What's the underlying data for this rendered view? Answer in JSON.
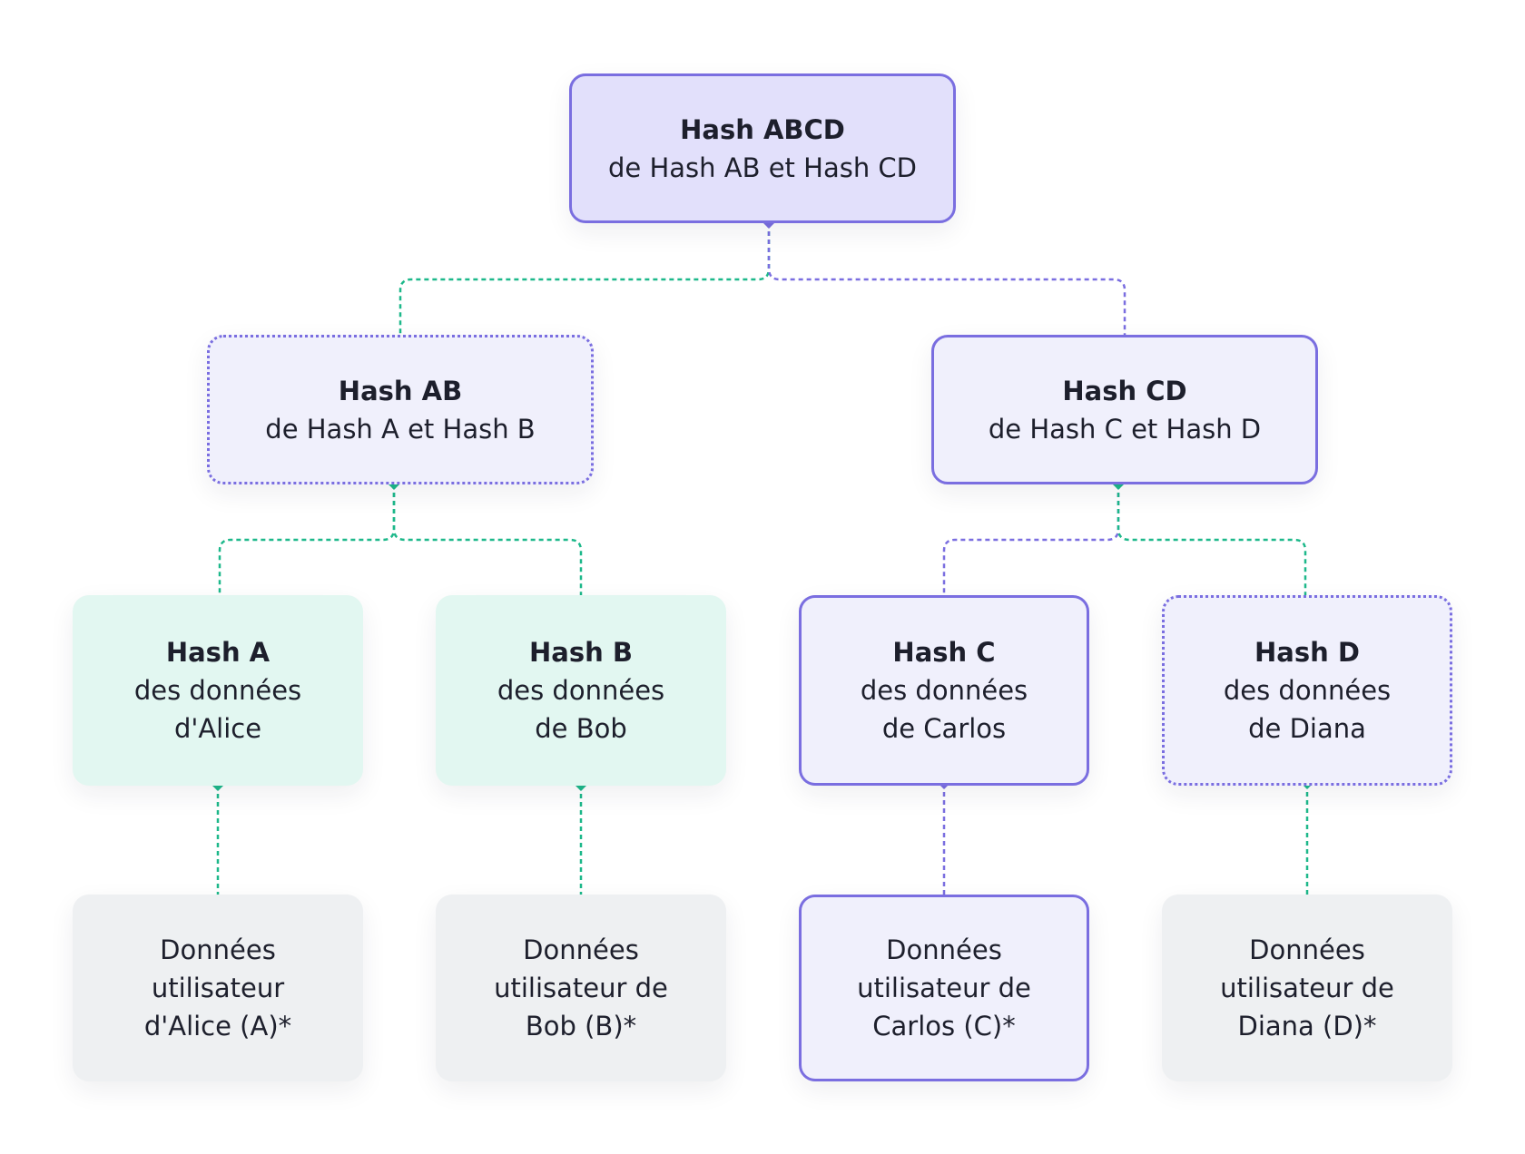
{
  "diagram": {
    "title": "Merkle tree",
    "colors": {
      "purple": "#7a6ee0",
      "green": "#1db88a",
      "root_fill": "#e2e0fb",
      "node_fill": "#f0f0fc",
      "green_fill": "#e2f7f1",
      "gray_fill": "#eef0f2"
    },
    "nodes": {
      "root": {
        "title": "Hash ABCD",
        "lines": [
          "de Hash AB et Hash CD"
        ]
      },
      "ab": {
        "title": "Hash AB",
        "lines": [
          "de Hash A et Hash B"
        ]
      },
      "cd": {
        "title": "Hash CD",
        "lines": [
          "de Hash C et Hash D"
        ]
      },
      "a": {
        "title": "Hash A",
        "lines": [
          "des données",
          "d'Alice"
        ]
      },
      "b": {
        "title": "Hash B",
        "lines": [
          "des données",
          "de Bob"
        ]
      },
      "c": {
        "title": "Hash C",
        "lines": [
          "des données",
          "de Carlos"
        ]
      },
      "d": {
        "title": "Hash D",
        "lines": [
          "des données",
          "de Diana"
        ]
      },
      "data_a": {
        "lines": [
          "Données",
          "utilisateur",
          "d'Alice (A)*"
        ]
      },
      "data_b": {
        "lines": [
          "Données",
          "utilisateur de",
          "Bob (B)*"
        ]
      },
      "data_c": {
        "lines": [
          "Données",
          "utilisateur de",
          "Carlos (C)*"
        ]
      },
      "data_d": {
        "lines": [
          "Données",
          "utilisateur de",
          "Diana (D)*"
        ]
      }
    },
    "edges": [
      {
        "from": "root",
        "to": "ab",
        "color": "green"
      },
      {
        "from": "root",
        "to": "cd",
        "color": "purple"
      },
      {
        "from": "ab",
        "to": "a",
        "color": "green"
      },
      {
        "from": "ab",
        "to": "b",
        "color": "green"
      },
      {
        "from": "cd",
        "to": "c",
        "color": "purple"
      },
      {
        "from": "cd",
        "to": "d",
        "color": "green"
      },
      {
        "from": "a",
        "to": "data_a",
        "color": "green"
      },
      {
        "from": "b",
        "to": "data_b",
        "color": "green"
      },
      {
        "from": "c",
        "to": "data_c",
        "color": "purple"
      },
      {
        "from": "d",
        "to": "data_d",
        "color": "green"
      }
    ]
  }
}
